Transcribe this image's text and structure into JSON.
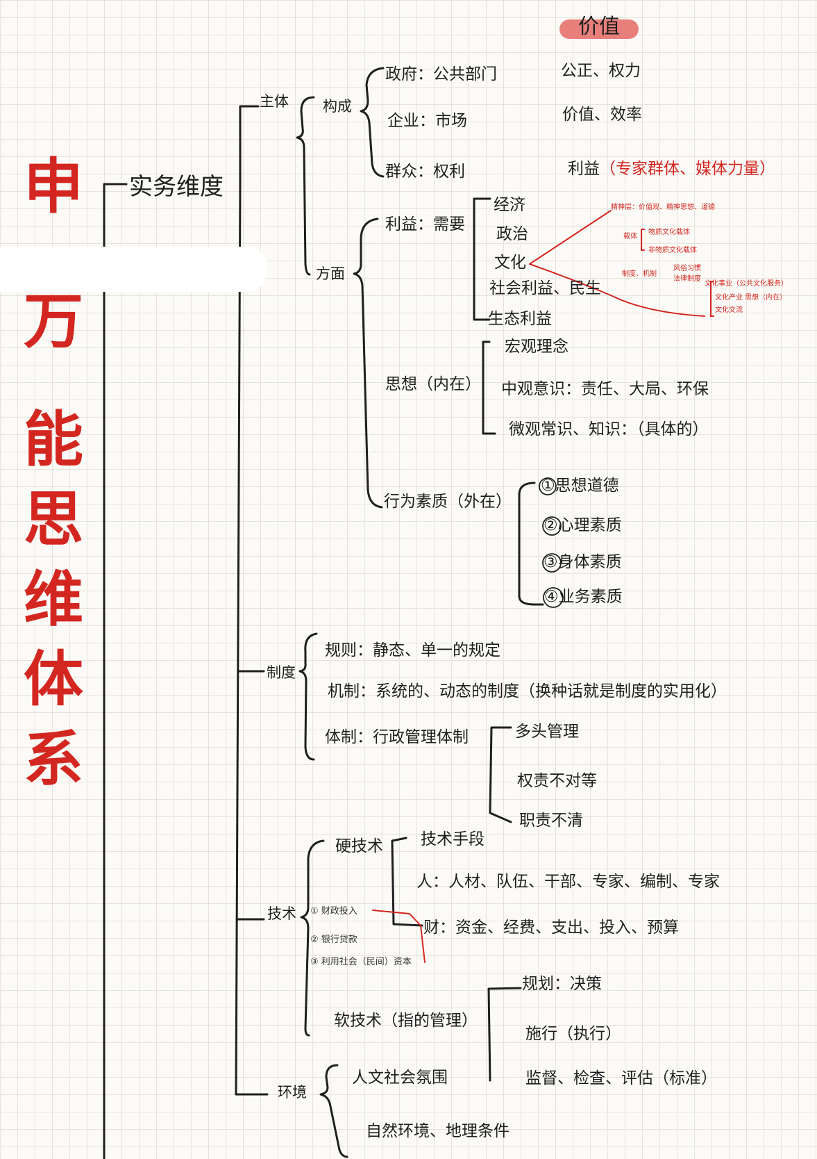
{
  "title_chars": [
    "申",
    "万",
    "能",
    "思",
    "维",
    "体",
    "系"
  ],
  "value_header": "价值",
  "root": "实务维度",
  "subject": {
    "label": "主体",
    "composition": {
      "label": "构成",
      "items": [
        "政府：公共部门",
        "企业：市场",
        "群众：权利"
      ]
    },
    "aspects": {
      "label": "方面",
      "interest": {
        "label": "利益：需要",
        "items": [
          "经济",
          "政治",
          "文化",
          "社会利益、民生",
          "生态利益"
        ]
      },
      "thought": {
        "label": "思想（内在）",
        "items": [
          "宏观理念",
          "中观意识：责任、大局、环保",
          "微观常识、知识：（具体的）"
        ]
      },
      "behavior": {
        "label": "行为素质（外在）",
        "items": [
          "①思想道德",
          "②心理素质",
          "③身体素质",
          "④业务素质"
        ]
      }
    }
  },
  "values": [
    "公正、权力",
    "价值、效率"
  ],
  "value_interest_black": "利益",
  "value_interest_red": "（专家群体、媒体力量）",
  "culture_notes": {
    "spirit": "精神层：价值观、精神思想、道德",
    "carrier": "载体",
    "carrier_items": [
      "物质文化载体",
      "非物质文化载体"
    ],
    "system": "制度、机制",
    "system_items": [
      "风俗习惯",
      "法律制度"
    ],
    "career_items": [
      "文化事业（公共文化服务）",
      "文化产业 思想（内在）",
      "文化交流"
    ]
  },
  "institution": {
    "label": "制度",
    "rule": "规则：静态、单一的规定",
    "mechanism": "机制：系统的、动态的制度（换种话就是制度的实用化）",
    "system": {
      "label": "体制：行政管理体制",
      "items": [
        "多头管理",
        "权责不对等",
        "职责不清"
      ]
    }
  },
  "technology": {
    "label": "技术",
    "hard": {
      "label": "硬技术",
      "items": [
        "技术手段",
        "人：人材、队伍、干部、专家、编制、专家",
        "财：资金、经费、支出、投入、预算"
      ]
    },
    "funding_notes": [
      "① 财政投入",
      "② 银行贷款",
      "③ 利用社会（民间）资本"
    ],
    "soft": {
      "label": "软技术（指的管理）",
      "items": [
        "规划：决策",
        "施行（执行）",
        "监督、检查、评估（标准）"
      ]
    }
  },
  "environment": {
    "label": "环境",
    "items": [
      "人文社会氛围",
      "自然环境、地理条件"
    ]
  }
}
